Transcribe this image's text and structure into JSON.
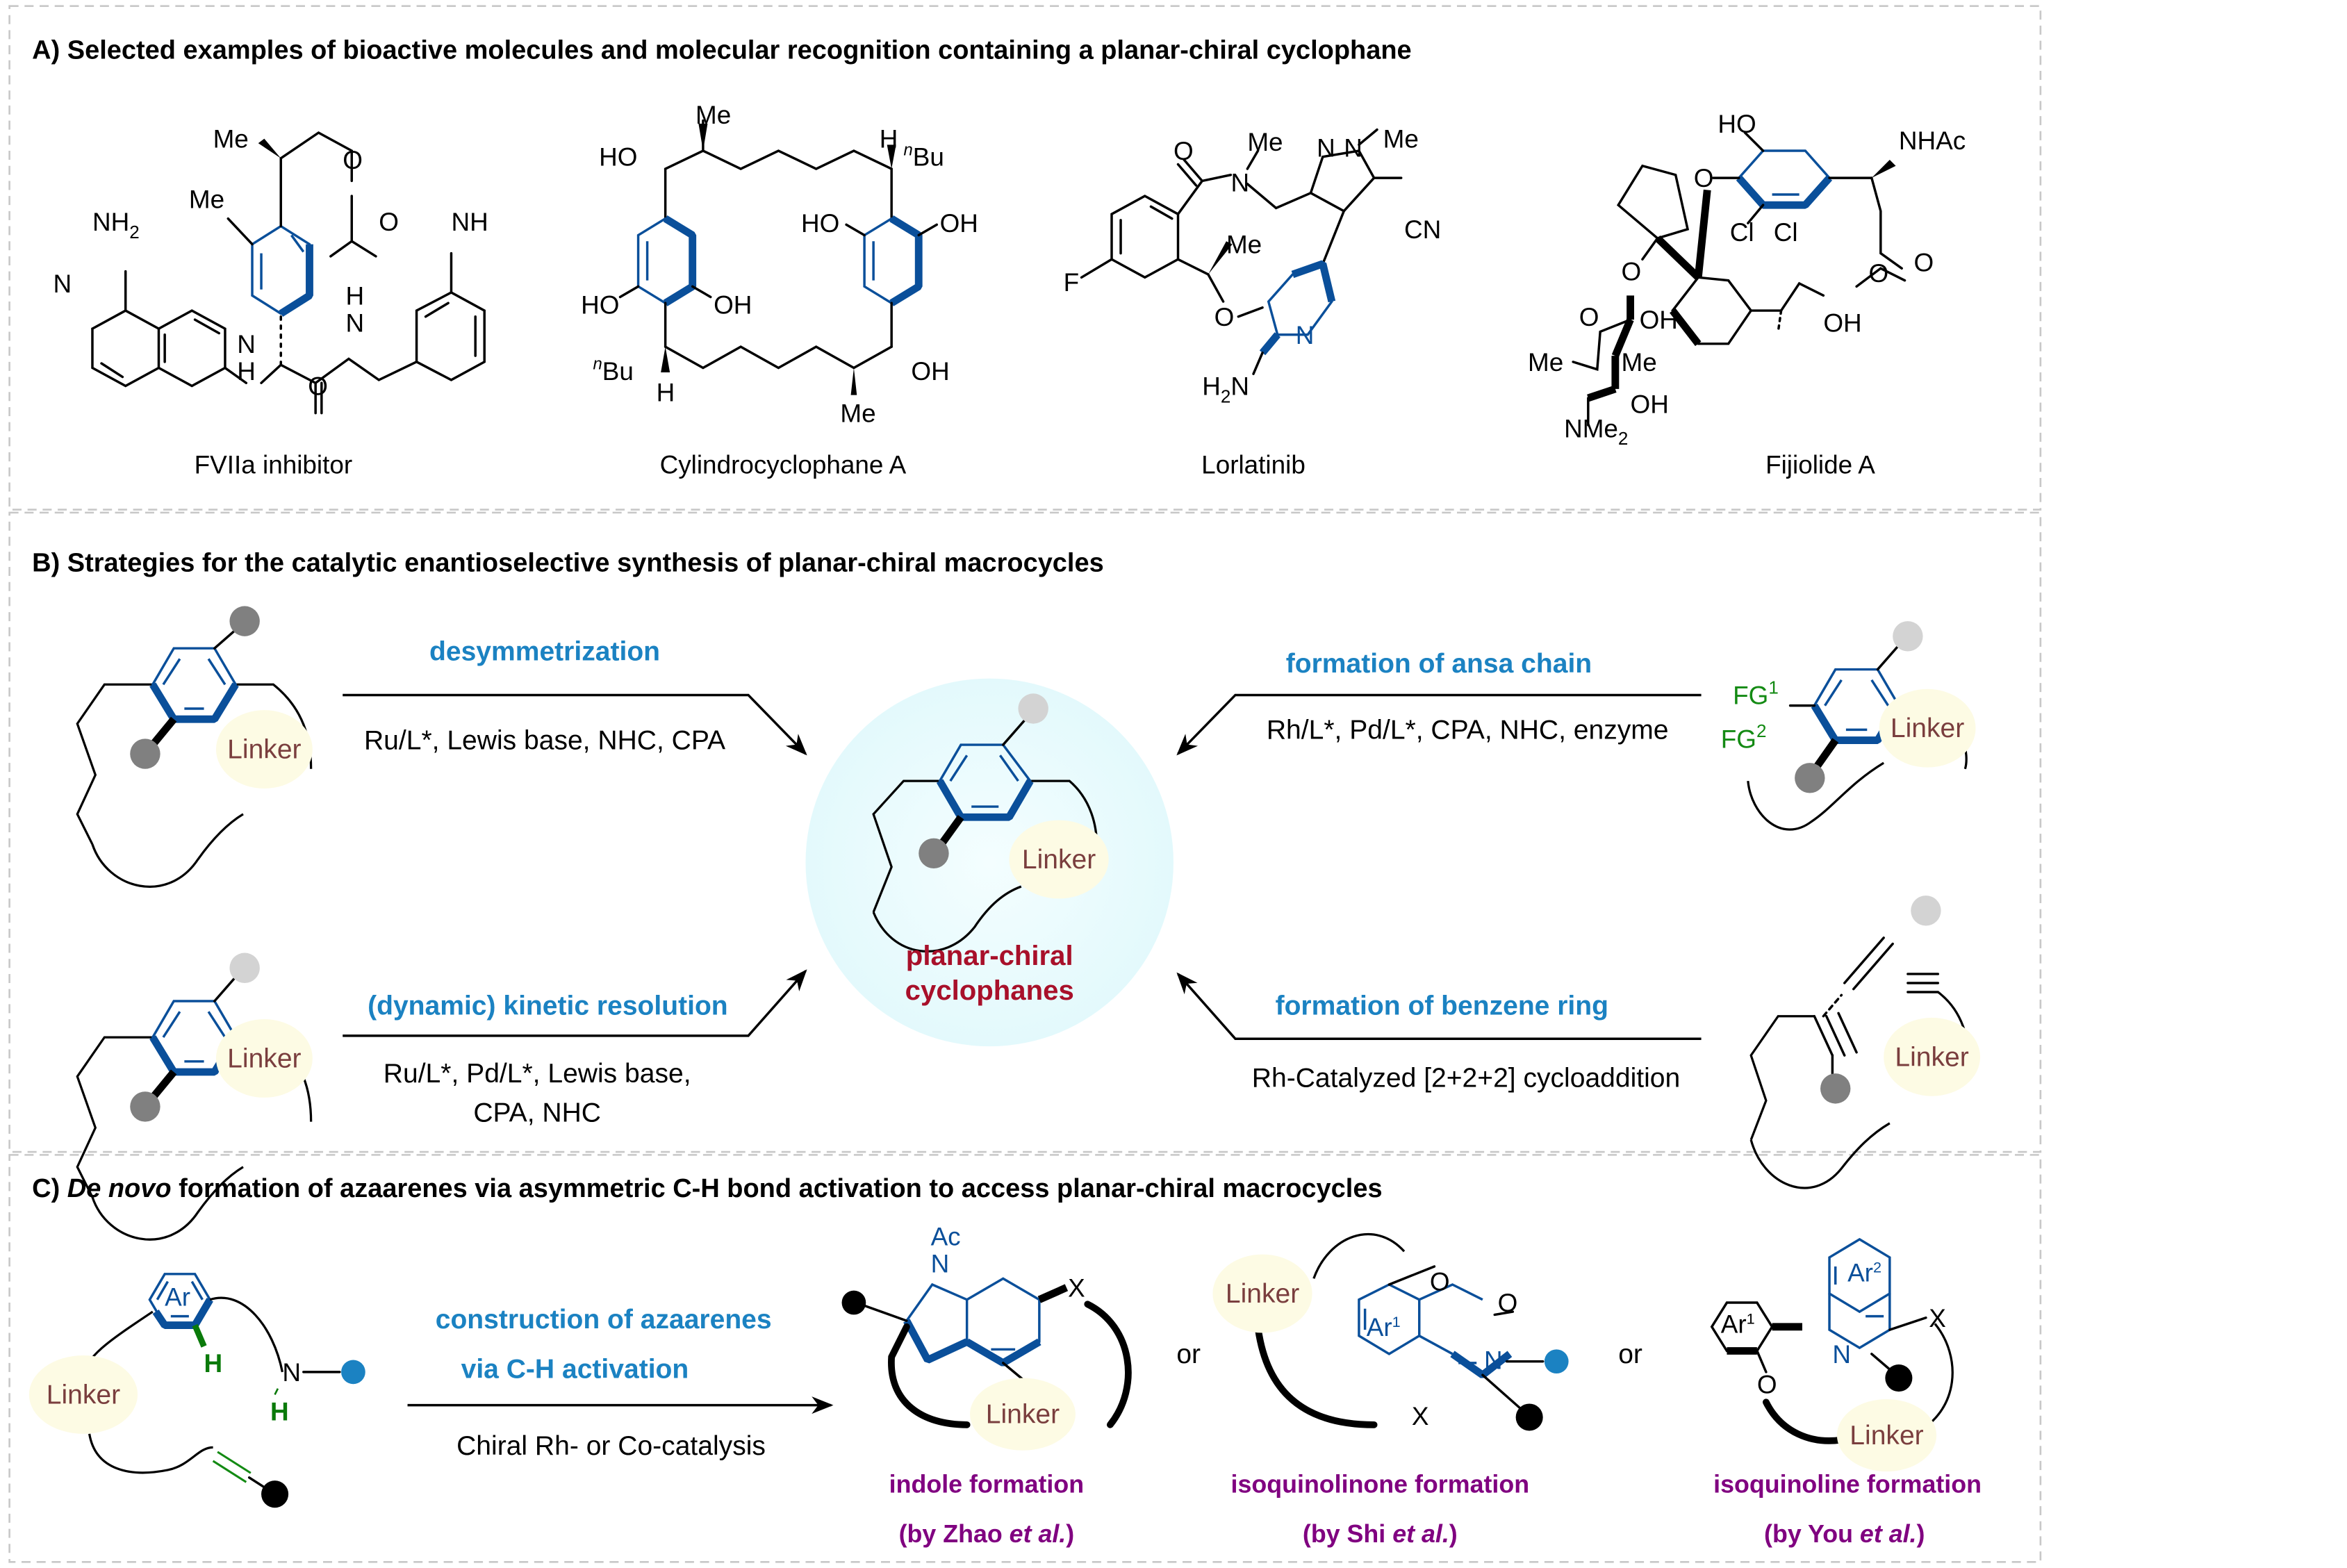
{
  "colors": {
    "frame": "#c8c8c8",
    "ring_blue": "#0a4f9a",
    "strategy_blue": "#1b82c2",
    "product_red": "#a8102a",
    "method_purple": "#800080",
    "linker_text": "#7a3e3e",
    "linker_bg": "#fdfbe4",
    "fg_green": "#138a13",
    "center_glow": "#e9fbfd",
    "dot_dark": "#808080",
    "dot_light": "#d3d3d3",
    "dot_black": "#000000",
    "dot_blue": "#1b82c2"
  },
  "sectionA": {
    "title": "A) Selected examples of bioactive molecules and molecular recognition containing a planar-chiral cyclophane",
    "molecules": [
      {
        "name": "FVIIa inhibitor",
        "atoms": {
          "me1": "Me",
          "me2": "Me",
          "o1": "O",
          "o2": "O",
          "nh_carb": "NH",
          "nh2": "NH",
          "nh2_sub": "2",
          "n_ring": "N",
          "n_amine": "N",
          "h_amine": "H",
          "h_amide": "H",
          "n_amide": "N",
          "o_amide": "O"
        }
      },
      {
        "name": "Cylindrocyclophane A",
        "atoms": {
          "me_top": "Me",
          "ho_top": "HO",
          "h_top": "H",
          "bu_top": "Bu",
          "bu_prefix": "n",
          "ho_left": "HO",
          "oh_left": "OH",
          "ho_right": "HO",
          "oh_right": "OH",
          "bu_bot": "Bu",
          "h_bot": "H",
          "oh_bot": "OH",
          "me_bot": "Me"
        }
      },
      {
        "name": "Lorlatinib",
        "atoms": {
          "o_carbonyl": "O",
          "me_n": "Me",
          "n_amide": "N",
          "n_pz1": "N",
          "n_pz2": "N",
          "me_pz": "Me",
          "cn": "CN",
          "f": "F",
          "me_ether": "Me",
          "o_ether": "O",
          "n_pyr": "N",
          "h2n": "H",
          "h2n_sub": "2",
          "h2n_n": "N"
        }
      },
      {
        "name": "Fijiolide A",
        "atoms": {
          "ho": "HO",
          "nhac": "NHAc",
          "o_ether": "O",
          "cl1": "Cl",
          "cl2": "Cl",
          "o_ester": "O",
          "o_carbonyl": "O",
          "oh_side": "OH",
          "o_glyc": "O",
          "o_sugar": "O",
          "oh1": "OH",
          "me1": "Me",
          "me2": "Me",
          "oh2": "OH",
          "nme2": "NMe",
          "nme2_sub": "2"
        }
      }
    ]
  },
  "sectionB": {
    "title": "B) Strategies for the catalytic enantioselective synthesis of planar-chiral macrocycles",
    "center": {
      "line1": "planar-chiral",
      "line2": "cyclophanes",
      "linker": "Linker"
    },
    "strategies": [
      {
        "name": "desymmetrization",
        "conditions": [
          "Ru/L*, Lewis base, NHC, CPA"
        ],
        "linker": "Linker",
        "position": "top-left"
      },
      {
        "name": "formation of ansa chain",
        "conditions": [
          "Rh/L*, Pd/L*, CPA, NHC, enzyme"
        ],
        "linker": "Linker",
        "fg1": "FG",
        "fg1_sup": "1",
        "fg2": "FG",
        "fg2_sup": "2",
        "position": "top-right"
      },
      {
        "name": "(dynamic) kinetic resolution",
        "conditions": [
          "Ru/L*, Pd/L*, Lewis base,",
          "CPA, NHC"
        ],
        "linker": "Linker",
        "position": "bottom-left"
      },
      {
        "name": "formation of benzene ring",
        "conditions": [
          "Rh-Catalyzed [2+2+2] cycloaddition"
        ],
        "linker": "Linker",
        "position": "bottom-right"
      }
    ]
  },
  "sectionC": {
    "title_prefix": "C) ",
    "title_italic": "De novo",
    "title_rest": " formation of azaarenes via asymmetric C-H bond activation to access planar-chiral macrocycles",
    "substrate": {
      "ar": "Ar",
      "h1": "H",
      "h2": "H",
      "n": "N",
      "linker": "Linker"
    },
    "reaction": {
      "line1": "construction of azaarenes",
      "line2": "via C-H activation",
      "conditions": "Chiral Rh- or Co-catalysis"
    },
    "or": "or",
    "products": [
      {
        "formation": "indole formation",
        "by_prefix": "(by Zhao ",
        "by_italic": "et al.",
        "by_suffix": ")",
        "atoms": {
          "ac": "Ac",
          "n": "N",
          "x": "X"
        },
        "linker": "Linker"
      },
      {
        "formation": "isoquinolinone formation",
        "by_prefix": "(by Shi ",
        "by_italic": "et al.",
        "by_suffix": ")",
        "atoms": {
          "ar": "Ar",
          "ar_sup": "1",
          "o_link": "O",
          "o_carbonyl": "O",
          "n": "N",
          "x": "X"
        },
        "linker": "Linker"
      },
      {
        "formation": "isoquinoline formation",
        "by_prefix": "(by You ",
        "by_italic": "et al.",
        "by_suffix": ")",
        "atoms": {
          "ar1": "Ar",
          "ar1_sup": "1",
          "ar2": "Ar",
          "ar2_sup": "2",
          "n": "N",
          "x": "X",
          "o": "O"
        },
        "linker": "Linker"
      }
    ]
  }
}
